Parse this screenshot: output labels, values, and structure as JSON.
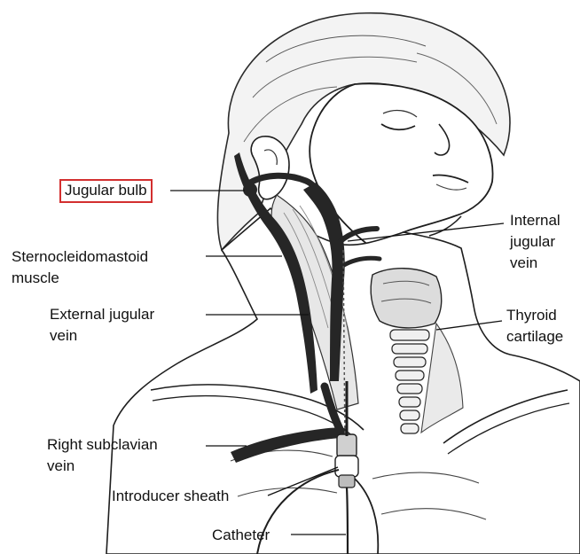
{
  "labels": {
    "jugular_bulb": "Jugular bulb",
    "sternocleidomastoid_line1": "Sternocleidomastoid",
    "sternocleidomastoid_line2": "muscle",
    "external_jugular_line1": "External jugular",
    "external_jugular_line2": "vein",
    "internal_jugular_line1": "Internal",
    "internal_jugular_line2": "jugular",
    "internal_jugular_line3": "vein",
    "thyroid_line1": "Thyroid",
    "thyroid_line2": "cartilage",
    "right_subclavian_line1": "Right subclavian",
    "right_subclavian_line2": "vein",
    "introducer_sheath": "Introducer sheath",
    "catheter": "Catheter"
  },
  "colors": {
    "highlight_box": "#d32f2f",
    "ink": "#111111",
    "vein_fill": "#262626",
    "skin_shade": "#e4e4e4"
  }
}
